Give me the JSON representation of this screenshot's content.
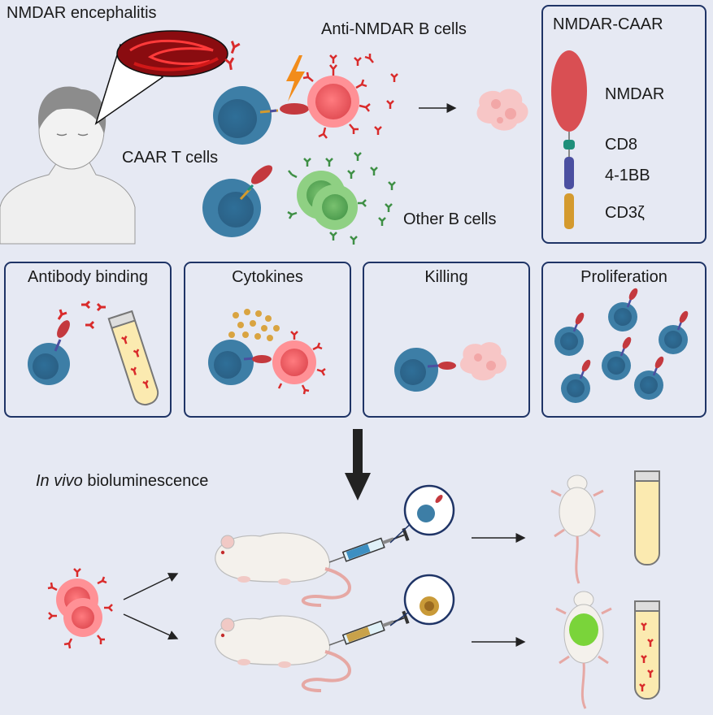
{
  "patient": {
    "title": "NMDAR encephalitis"
  },
  "top": {
    "anti_b_cells": "Anti-NMDAR B cells",
    "caar_t_cells": "CAAR T cells",
    "other_b_cells": "Other B cells"
  },
  "construct": {
    "title": "NMDAR-CAAR",
    "domains": [
      "NMDAR",
      "CD8",
      "4-1BB",
      "CD3ζ"
    ],
    "colors": {
      "nmdar": "#d94f53",
      "cd8": "#1f8f7a",
      "bb": "#4b4fa0",
      "cd3z": "#d49a2e"
    }
  },
  "assays": [
    {
      "title": "Antibody binding"
    },
    {
      "title": "Cytokines"
    },
    {
      "title": "Killing"
    },
    {
      "title": "Proliferation"
    }
  ],
  "in_vivo": {
    "italic": "In vivo",
    "rest": " bioluminescence"
  },
  "palette": {
    "t_cell": "#3d7ea6",
    "b_cell_red": "#e3565c",
    "b_cell_green": "#5aa55a",
    "frame": "#1f3466",
    "background": "#e6e9f3"
  }
}
